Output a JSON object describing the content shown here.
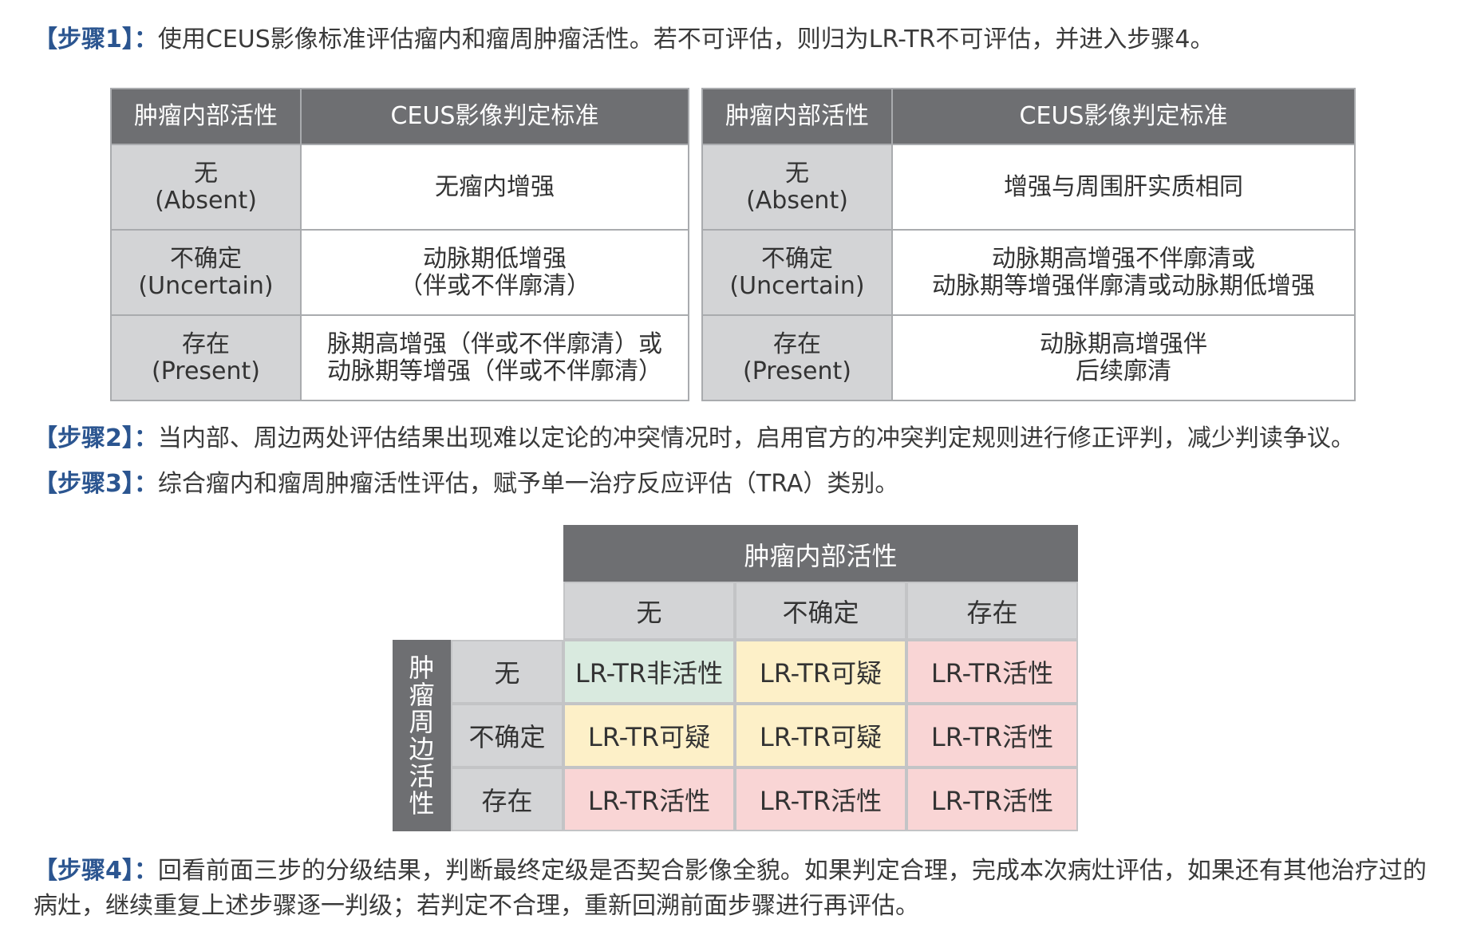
{
  "steps": {
    "step1": {
      "label": "【步骤1】",
      "colon": "：",
      "text": "使用CEUS影像标准评估瘤内和瘤周肿瘤活性。若不可评估，则归为LR-TR不可评估，并进入步骤4。"
    },
    "step2": {
      "label": "【步骤2】",
      "colon": "：",
      "text": "当内部、周边两处评估结果出现难以定论的冲突情况时，启用官方的冲突判定规则进行修正评判，减少判读争议。"
    },
    "step3": {
      "label": "【步骤3】",
      "colon": "：",
      "text": "综合瘤内和瘤周肿瘤活性评估，赋予单一治疗反应评估（TRA）类别。"
    },
    "step4": {
      "label": "【步骤4】",
      "colon": "：",
      "text": "回看前面三步的分级结果，判断最终定级是否契合影像全貌。如果判定合理，完成本次病灶评估，如果还有其他治疗过的病灶，继续重复上述步骤逐一判级；若判定不合理，重新回溯前面步骤进行再评估。"
    }
  },
  "intratumoral_table": {
    "header": {
      "activity": "肿瘤内部活性",
      "criteria": "CEUS影像判定标准"
    },
    "rows": [
      {
        "cn": "无",
        "en": "(Absent)",
        "criteria": [
          "无瘤内增强"
        ]
      },
      {
        "cn": "不确定",
        "en": "(Uncertain)",
        "criteria": [
          "动脉期低增强",
          "（伴或不伴廓清）"
        ]
      },
      {
        "cn": "存在",
        "en": "(Present)",
        "criteria": [
          "脉期高增强（伴或不伴廓清）或",
          "动脉期等增强（伴或不伴廓清）"
        ]
      }
    ]
  },
  "peritumoral_table": {
    "header": {
      "activity": "肿瘤内部活性",
      "criteria": "CEUS影像判定标准"
    },
    "rows": [
      {
        "cn": "无",
        "en": "(Absent)",
        "criteria": [
          "增强与周围肝实质相同"
        ]
      },
      {
        "cn": "不确定",
        "en": "(Uncertain)",
        "criteria": [
          "动脉期高增强不伴廓清或",
          "动脉期等增强伴廓清或动脉期低增强"
        ]
      },
      {
        "cn": "存在",
        "en": "(Present)",
        "criteria": [
          "动脉期高增强伴",
          "后续廓清"
        ]
      }
    ]
  },
  "matrix": {
    "top_header": "肿瘤内部活性",
    "side_header": [
      "肿",
      "瘤",
      "周",
      "边",
      "活",
      "性"
    ],
    "columns": [
      "无",
      "不确定",
      "存在"
    ],
    "rows": [
      {
        "label": "无",
        "cells": [
          "LR-TR非活性",
          "LR-TR可疑",
          "LR-TR活性"
        ]
      },
      {
        "label": "不确定",
        "cells": [
          "LR-TR可疑",
          "LR-TR可疑",
          "LR-TR活性"
        ]
      },
      {
        "label": "存在",
        "cells": [
          "LR-TR活性",
          "LR-TR活性",
          "LR-TR活性"
        ]
      }
    ]
  },
  "colors": {
    "accent_blue": "#2b5590",
    "header_gray": "#6e6f72",
    "rowhead_gray": "#d3d4d6",
    "nonviable_green": "#d9eadf",
    "equivocal_yellow": "#fdf0c8",
    "viable_red": "#f9d5d5"
  }
}
